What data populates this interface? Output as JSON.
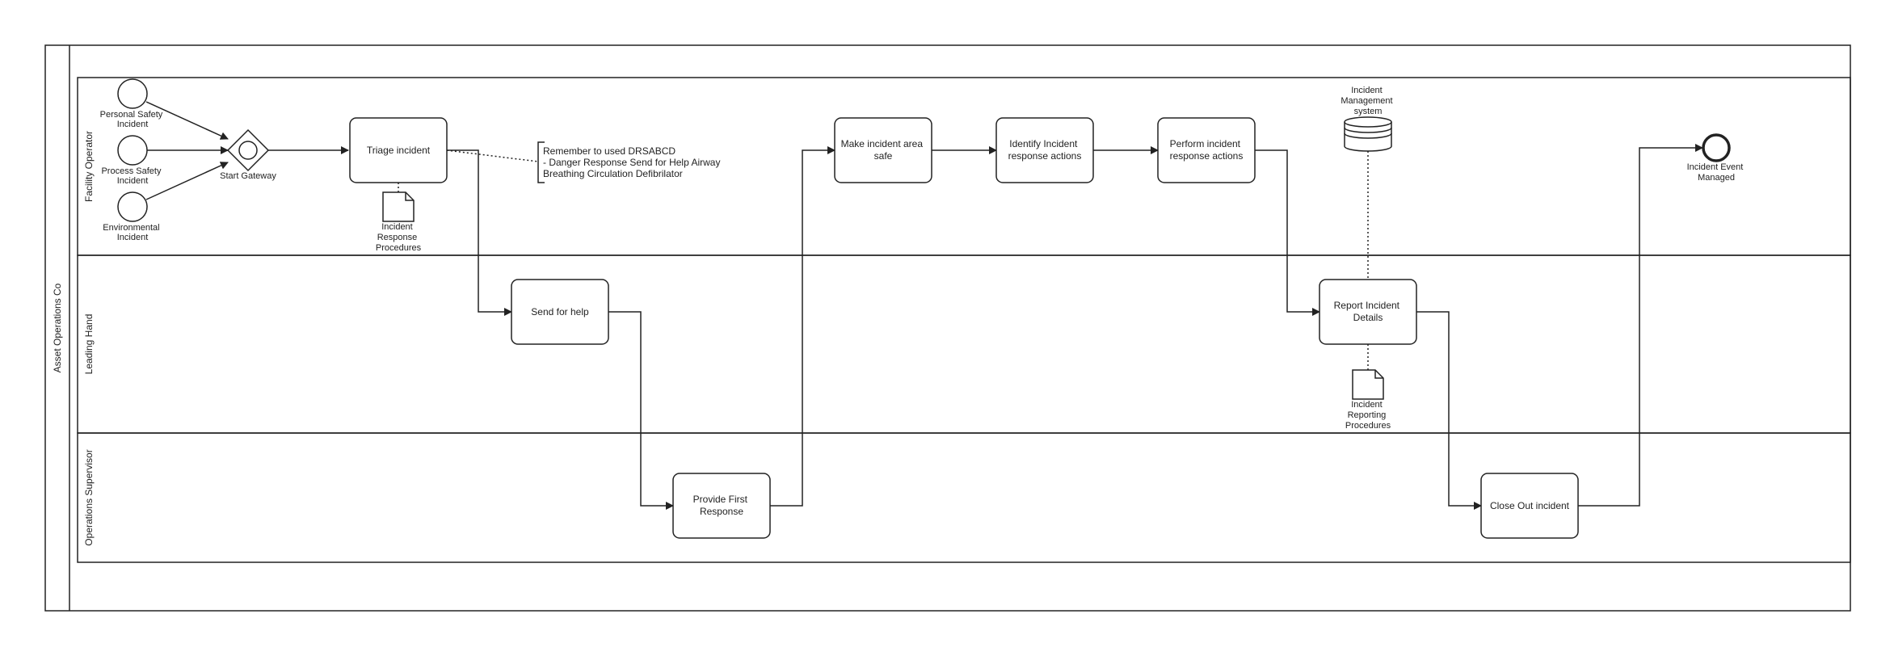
{
  "colors": {
    "stroke": "#222222",
    "background": "#ffffff",
    "text": "#222222"
  },
  "pool": {
    "label": "Asset Operations Co"
  },
  "lanes": [
    {
      "id": "facility",
      "label": "Facility Operator"
    },
    {
      "id": "leading",
      "label": "Leading Hand"
    },
    {
      "id": "supervisor",
      "label": "Operations Supervisor"
    }
  ],
  "events": {
    "personal_safety": {
      "label": [
        "Personal Safety",
        "Incident"
      ]
    },
    "process_safety": {
      "label": [
        "Process Safety",
        "Incident"
      ]
    },
    "environmental": {
      "label": [
        "Environmental",
        "Incident"
      ]
    },
    "end": {
      "label": [
        "Incident Event",
        "Managed"
      ]
    }
  },
  "gateway": {
    "label": "Start Gateway"
  },
  "tasks": {
    "triage": {
      "label": [
        "Triage incident"
      ]
    },
    "make_safe": {
      "label": [
        "Make incident area",
        "safe"
      ]
    },
    "identify": {
      "label": [
        "Identify Incident",
        "response actions"
      ]
    },
    "perform": {
      "label": [
        "Perform incident",
        "response actions"
      ]
    },
    "send_help": {
      "label": [
        "Send for help"
      ]
    },
    "report": {
      "label": [
        "Report Incident",
        "Details"
      ]
    },
    "first_response": {
      "label": [
        "Provide First",
        "Response"
      ]
    },
    "close_out": {
      "label": [
        "Close Out incident"
      ]
    }
  },
  "documents": {
    "response_procedures": {
      "label": [
        "Incident",
        "Response",
        "Procedures"
      ]
    },
    "reporting_procedures": {
      "label": [
        "Incident",
        "Reporting",
        "Procedures"
      ]
    }
  },
  "datastore": {
    "label": [
      "Incident",
      "Management",
      "system"
    ]
  },
  "annotation": {
    "lines": [
      "Remember to used DRSABCD",
      "- Danger Response Send for Help Airway",
      "Breathing Circulation Defibrilator"
    ]
  }
}
